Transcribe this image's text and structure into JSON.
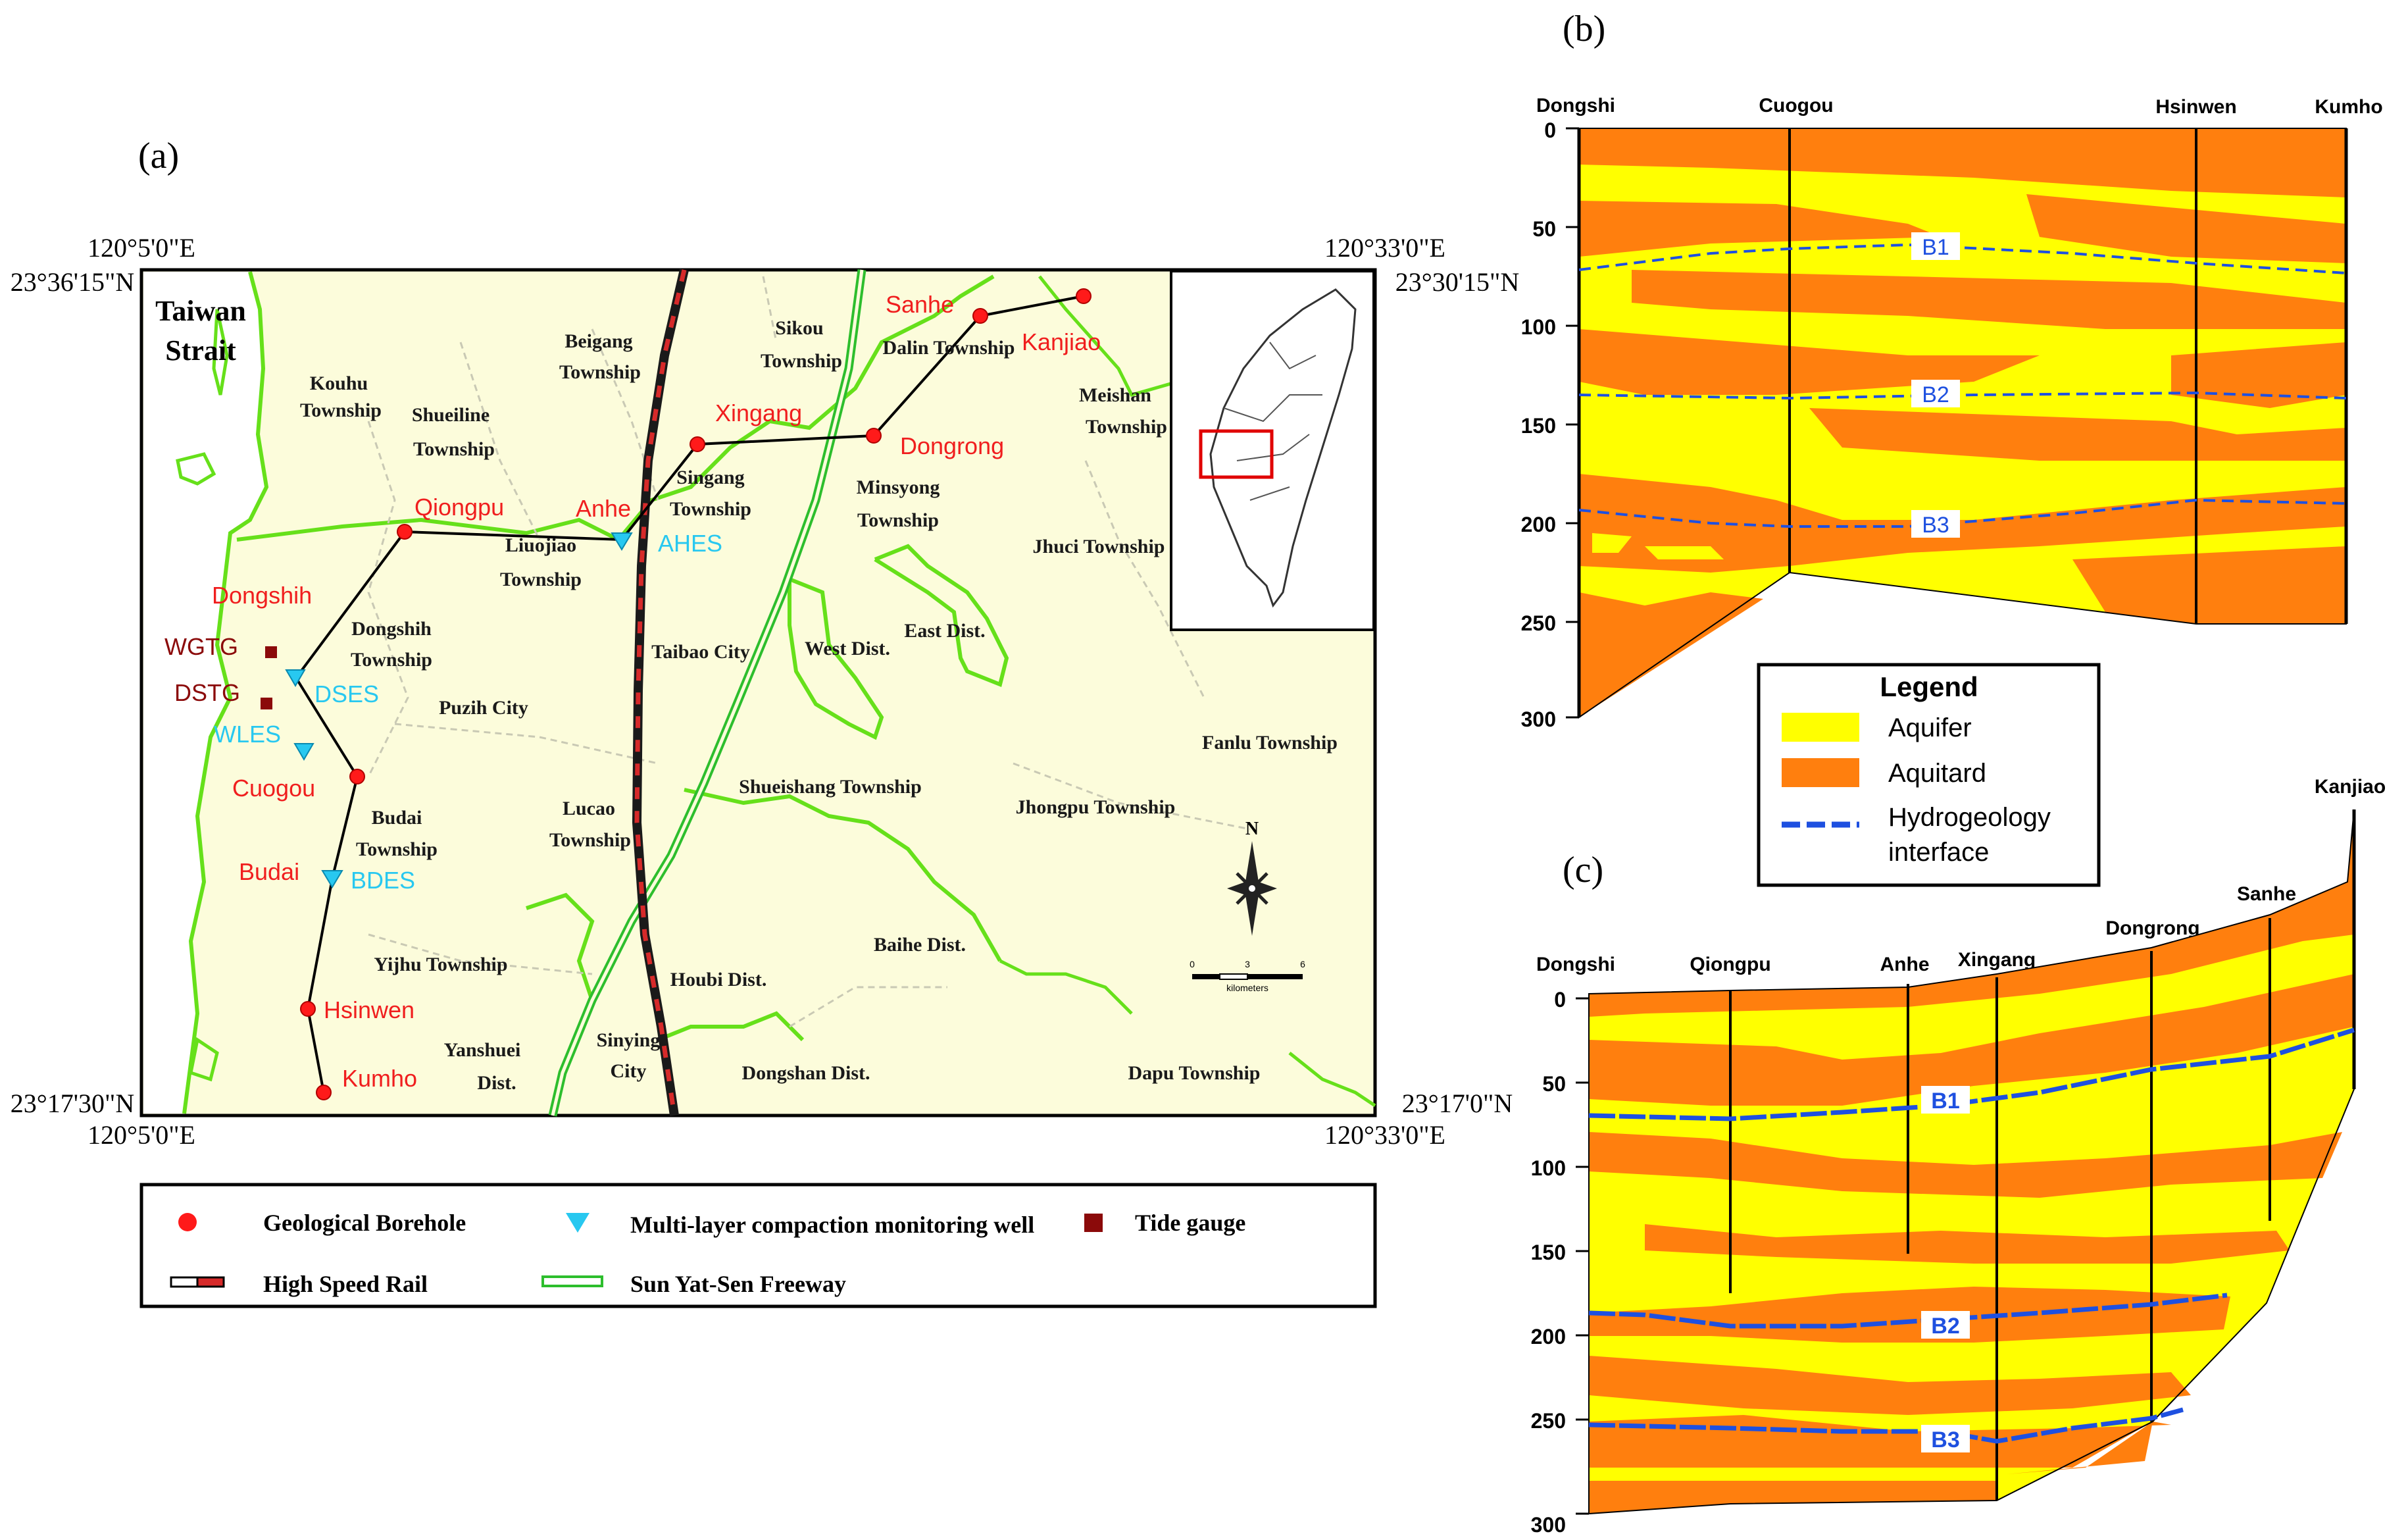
{
  "panel_a": {
    "label": "(a)",
    "coords": {
      "top_left_lon": "120°5'0\"E",
      "top_left_lat": "23°36'15\"N",
      "top_right_lon": "120°33'0\"E",
      "top_right_lat": "23°30'15\"N",
      "bottom_left_lat": "23°17'30\"N",
      "bottom_left_lon": "120°5'0\"E",
      "bottom_right_lat": "23°17'0\"N",
      "bottom_right_lon": "120°33'0\"E"
    },
    "sea_label": [
      "Taiwan",
      "Strait"
    ],
    "places": [
      "Kouhu",
      "Township",
      "Shueiline",
      "Township",
      "Beigang",
      "Township",
      "Sikou",
      "Township",
      "Dalin Township",
      "Meishan",
      "Township",
      "Singang",
      "Township",
      "Minsyong",
      "Township",
      "Liuojiao",
      "Township",
      "Jhuci Township",
      "Dongshih",
      "Township",
      "Puzih City",
      "Taibao City",
      "West Dist.",
      "East Dist.",
      "Fanlu Township",
      "Budai",
      "Township",
      "Lucao",
      "Township",
      "Shueishang Township",
      "Jhongpu Township",
      "Yijhu Township",
      "Baihe Dist.",
      "Houbi Dist.",
      "Yanshuei",
      "Dist.",
      "Sinying",
      "City",
      "Dongshan Dist.",
      "Dapu Township"
    ],
    "boreholes": [
      "Sanhe",
      "Kanjiao",
      "Xingang",
      "Dongrong",
      "Qiongpu",
      "Anhe",
      "Dongshih",
      "Cuogou",
      "Budai",
      "Hsinwen",
      "Kumho"
    ],
    "wells": [
      "AHES",
      "DSES",
      "WLES",
      "BDES"
    ],
    "tide_gauges": [
      "WGTG",
      "DSTG"
    ],
    "north": "N",
    "scale": {
      "ticks": [
        "0",
        "3",
        "6"
      ],
      "unit": "kilometers"
    }
  },
  "legend_a": {
    "borehole": "Geological Borehole",
    "well": "Multi-layer compaction monitoring well",
    "tide": "Tide gauge",
    "rail": "High Speed Rail",
    "freeway": "Sun Yat-Sen Freeway"
  },
  "panel_b": {
    "label": "(b)",
    "wells": [
      "Dongshi",
      "Cuogou",
      "Hsinwen",
      "Kumho"
    ],
    "depth_ticks": [
      "0",
      "50",
      "100",
      "150",
      "200",
      "250",
      "300"
    ],
    "interfaces": [
      "B1",
      "B2",
      "B3"
    ]
  },
  "legend_bc": {
    "title": "Legend",
    "aquifer": "Aquifer",
    "aquitard": "Aquitard",
    "interface_1": "Hydrogeology",
    "interface_2": "interface"
  },
  "panel_c": {
    "label": "(c)",
    "wells": [
      "Dongshi",
      "Qiongpu",
      "Anhe",
      "Xingang",
      "Dongrong",
      "Sanhe",
      "Kanjiao"
    ],
    "depth_ticks": [
      "0",
      "50",
      "100",
      "150",
      "200",
      "250",
      "300"
    ],
    "interfaces": [
      "B1",
      "B2",
      "B3"
    ]
  },
  "colors": {
    "map_bg": "#FCFCDB",
    "boundary": "#66E01A",
    "borehole": "#FF1A1A",
    "borehole_label": "#F01E1E",
    "well": "#28C8F0",
    "tide": "#8B0A0A",
    "aquifer": "#FFFF00",
    "aquitard": "#FF7F0E",
    "interface": "#1E50E0"
  }
}
